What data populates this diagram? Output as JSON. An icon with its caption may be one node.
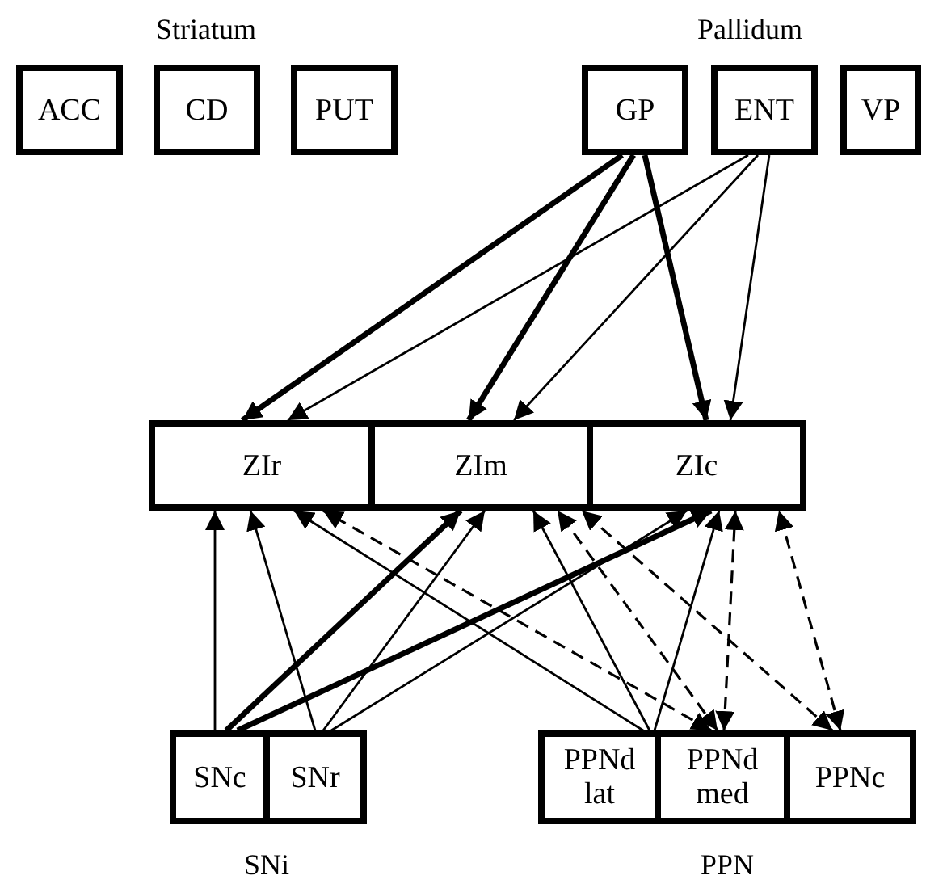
{
  "diagram": {
    "nodes": [
      {
        "text": [
          "Striatum"
        ]
      },
      {
        "text": [
          "ACC"
        ],
        "in": 0
      },
      {
        "text": [
          "CD"
        ],
        "in": 0
      },
      {
        "text": [
          "PUT"
        ],
        "in": 0
      },
      {
        "text": [
          "Pallidum"
        ]
      },
      {
        "text": [
          "GP"
        ],
        "in": 4
      },
      {
        "text": [
          "ENT"
        ],
        "in": 4
      },
      {
        "text": [
          "VP"
        ],
        "in": 4
      },
      {
        "text": [
          "ZIr"
        ]
      },
      {
        "text": [
          "ZIm"
        ]
      },
      {
        "text": [
          "ZIc"
        ]
      },
      {
        "text": [
          "SNi"
        ]
      },
      {
        "text": [
          "SNc"
        ],
        "in": 11
      },
      {
        "text": [
          "SNr"
        ],
        "in": 11
      },
      {
        "text": [
          "PPN"
        ]
      },
      {
        "text": [
          "PPNd lat"
        ],
        "in": 14
      },
      {
        "text": [
          "PPNd med"
        ],
        "in": 14
      },
      {
        "text": [
          "PPNc"
        ],
        "in": 14
      }
    ],
    "edges": [
      {
        "from": 5,
        "to": 8,
        "arrow": "to",
        "style": "thick"
      },
      {
        "from": 5,
        "to": 9,
        "arrow": "to",
        "style": "thick"
      },
      {
        "from": 5,
        "to": 10,
        "arrow": "to",
        "style": "thick"
      },
      {
        "from": 6,
        "to": 8,
        "arrow": "to"
      },
      {
        "from": 6,
        "to": 9,
        "arrow": "to"
      },
      {
        "from": 6,
        "to": 10,
        "arrow": "to"
      },
      {
        "from": 12,
        "to": 8,
        "arrow": "to"
      },
      {
        "from": 12,
        "to": 9,
        "arrow": "to",
        "style": "thick"
      },
      {
        "from": 12,
        "to": 10,
        "arrow": "to",
        "style": "thick"
      },
      {
        "from": 13,
        "to": 8,
        "arrow": "to"
      },
      {
        "from": 13,
        "to": 9,
        "arrow": "to"
      },
      {
        "from": 13,
        "to": 10,
        "arrow": "to"
      },
      {
        "from": 15,
        "to": 8,
        "arrow": "to"
      },
      {
        "from": 15,
        "to": 9,
        "arrow": "to"
      },
      {
        "from": 15,
        "to": 10,
        "arrow": "to"
      },
      {
        "from": 16,
        "to": 8,
        "arrow": "both",
        "style": "dashed"
      },
      {
        "from": 16,
        "to": 9,
        "arrow": "both",
        "style": "dashed"
      },
      {
        "from": 16,
        "to": 10,
        "arrow": "both",
        "style": "dashed"
      },
      {
        "from": 17,
        "to": 9,
        "arrow": "both",
        "style": "dashed"
      },
      {
        "from": 17,
        "to": 10,
        "arrow": "both",
        "style": "dashed"
      }
    ]
  }
}
